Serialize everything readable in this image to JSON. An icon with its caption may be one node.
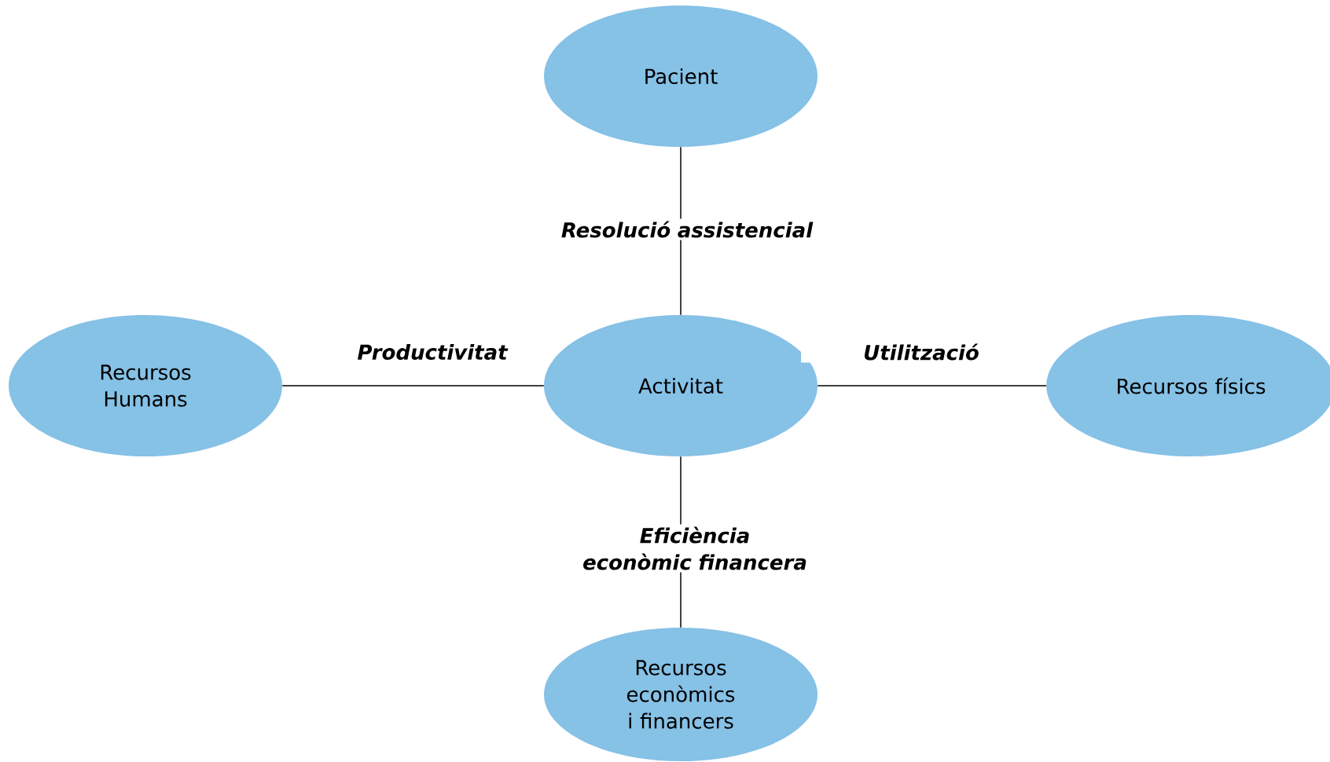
{
  "diagram": {
    "nodes": [
      {
        "text": [
          "Pacient"
        ]
      },
      {
        "text": [
          "Recursos Humans"
        ]
      },
      {
        "text": [
          "Activitat"
        ]
      },
      {
        "text": [
          "Recursos físics"
        ]
      },
      {
        "text": [
          "Recursos econòmics i financers"
        ]
      }
    ],
    "edges": [
      {
        "from": 2,
        "to": 0,
        "arrow": "none",
        "label": "Resolució assistencial"
      },
      {
        "from": 2,
        "to": 1,
        "arrow": "none",
        "label": "Productivitat"
      },
      {
        "from": 2,
        "to": 3,
        "arrow": "none",
        "label": "Utilització"
      },
      {
        "from": 2,
        "to": 4,
        "arrow": "none",
        "label": "Eficiència econòmic financera"
      }
    ]
  }
}
